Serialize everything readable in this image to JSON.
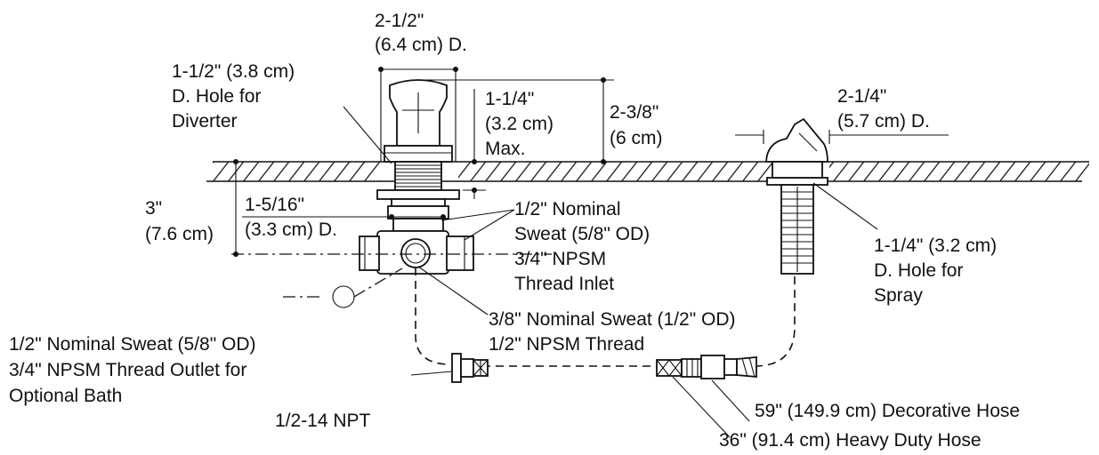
{
  "labels": {
    "top_diameter_1": "2-1/2\"",
    "top_diameter_2": "(6.4 cm) D.",
    "diverter_hole_1": "1-1/2\" (3.8 cm)",
    "diverter_hole_2": "D. Hole for",
    "diverter_hole_3": "Diverter",
    "max_height_1": "1-1/4\"",
    "max_height_2": "(3.2 cm)",
    "max_height_3": "Max.",
    "height_1": "2-3/8\"",
    "height_2": "(6 cm)",
    "spray_head_dia_1": "2-1/4\"",
    "spray_head_dia_2": "(5.7 cm) D.",
    "depth_1": "3\"",
    "depth_2": "(7.6 cm)",
    "body_dia_1": "1-5/16\"",
    "body_dia_2": "(3.3 cm) D.",
    "inlet_1": "1/2\" Nominal",
    "inlet_2": "Sweat (5/8\" OD)",
    "inlet_3": "3/4\" NPSM",
    "inlet_4": "Thread Inlet",
    "spray_hole_1": "1-1/4\" (3.2 cm)",
    "spray_hole_2": "D. Hole for",
    "spray_hole_3": "Spray",
    "spray_outlet_1": "3/8\" Nominal Sweat (1/2\" OD)",
    "spray_outlet_2": "1/2\" NPSM Thread",
    "bath_outlet_1": "1/2\" Nominal Sweat (5/8\" OD)",
    "bath_outlet_2": "3/4\" NPSM Thread Outlet for",
    "bath_outlet_3": "Optional Bath",
    "npt": "1/2-14 NPT",
    "decorative_hose": "59\" (149.9 cm) Decorative Hose",
    "heavy_duty_hose": "36\" (91.4 cm) Heavy Duty Hose"
  }
}
